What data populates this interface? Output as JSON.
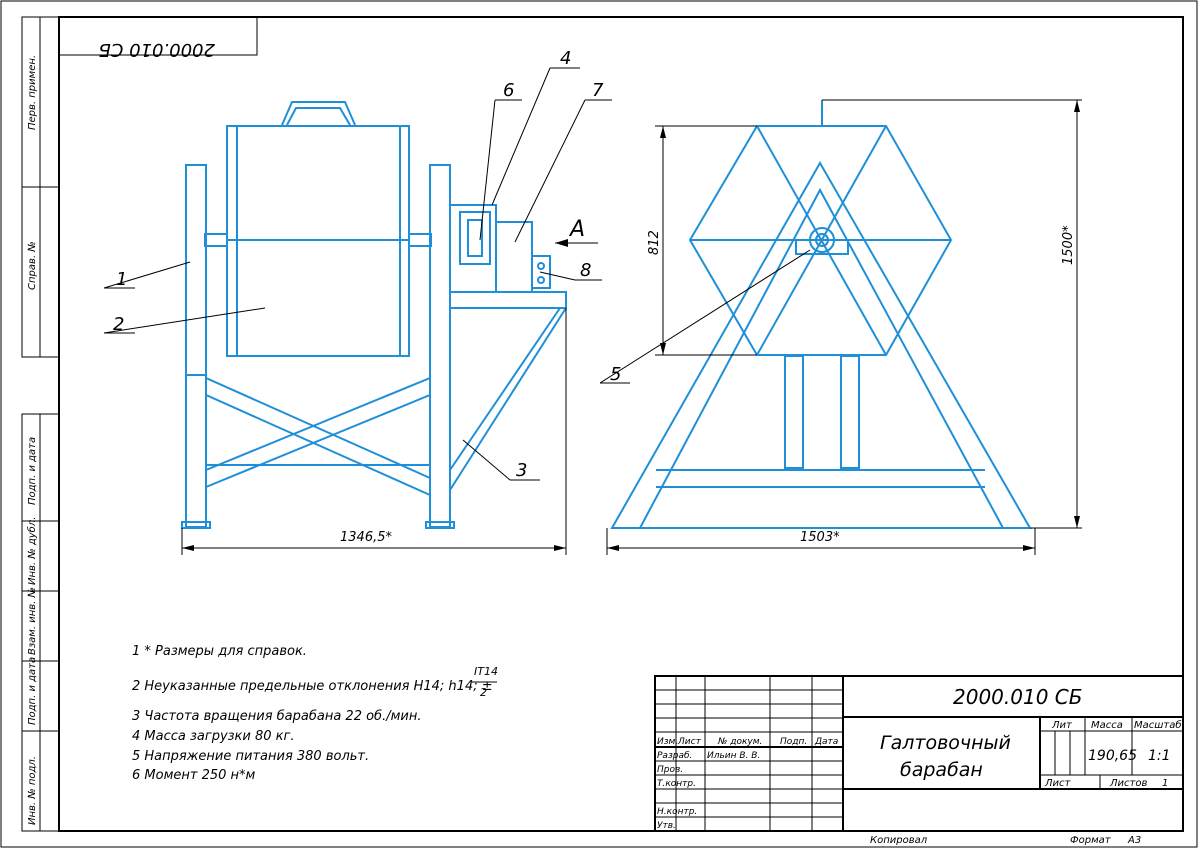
{
  "drawing": {
    "code": "2000.010 СБ",
    "code_mirrored": "2000.010 СБ",
    "view_label": "А"
  },
  "side_stamps": [
    "Перв. примен.",
    "Справ. №",
    "Подп. и дата",
    "Инв. № дубл.",
    "Взам. инв. №",
    "Подп. и дата",
    "Инв. № подл."
  ],
  "callouts": [
    "1",
    "2",
    "3",
    "4",
    "5",
    "6",
    "7",
    "8"
  ],
  "dimensions": {
    "length": "1346,5*",
    "width": "1503*",
    "drum_height": "812",
    "total_height": "1500*"
  },
  "notes": [
    "1  * Размеры для справок.",
    "2  Неуказанные предельные отклонения H14; h14; ±",
    "3  Частота вращения барабана 22 об./мин.",
    "4  Масса загрузки 80 кг.",
    "5  Напряжение питания  380 вольт.",
    "6  Момент 250 н*м"
  ],
  "tolerance_fraction": {
    "num": "IT14",
    "den": "2"
  },
  "title_block": {
    "code": "2000.010 СБ",
    "name_line1": "Галтовочный",
    "name_line2": "барабан",
    "col_izm": "Изм.",
    "col_list": "Лист",
    "col_doc": "№ докум.",
    "col_sign": "Подп.",
    "col_date": "Дата",
    "row_razrab": "Разраб.",
    "row_razrab_name": "Ильин В. В.",
    "row_prov": "Пров.",
    "row_tkontr": "Т.контр.",
    "row_nkontr": "Н.контр.",
    "row_utv": "Утв.",
    "lit": "Лит",
    "massa": "Масса",
    "masshtab": "Масштаб",
    "massa_value": "190,65",
    "masshtab_value": "1:1",
    "list": "Лист",
    "listov": "Листов",
    "listov_value": "1"
  },
  "footer": {
    "copied": "Копировал",
    "format": "Формат",
    "format_value": "А3"
  },
  "colors": {
    "line": "#1e8fd8",
    "frame": "#000000"
  }
}
